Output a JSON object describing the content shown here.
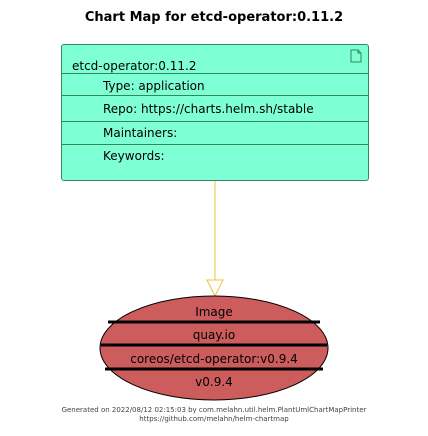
{
  "title": "Chart Map for etcd-operator:0.11.2",
  "chart": {
    "name": "etcd-operator:0.11.2",
    "type": "Type: application",
    "repo": "Repo: https://charts.helm.sh/stable",
    "maintainers": "Maintainers:",
    "keywords": "Keywords:"
  },
  "image": {
    "heading": "Image",
    "registry": "quay.io",
    "repository": "coreos/etcd-operator:v0.9.4",
    "tag": "v0.9.4"
  },
  "colors": {
    "chart_fill": "#7fffd4",
    "chart_border": "#2e8b57",
    "image_fill": "#cd5c5c",
    "connector": "#f0c040"
  },
  "footer": {
    "line1": "Generated on 2022/08/12 02:15:03 by com.melahn.util.helm.PlantUmlChartMapPrinter",
    "line2": "https://github.com/melahn/helm-chartmap"
  }
}
